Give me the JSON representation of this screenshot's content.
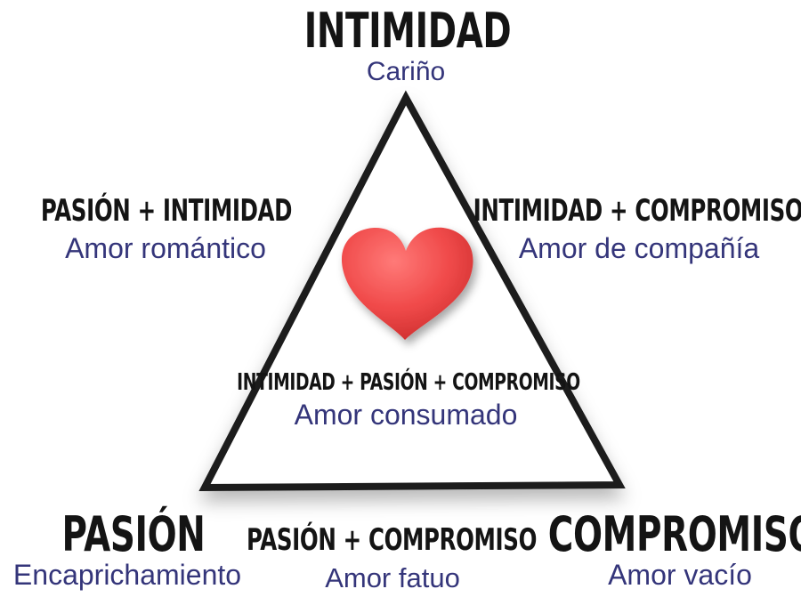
{
  "vertices": {
    "top": {
      "title": "INTIMIDAD",
      "subtitle": "Cariño"
    },
    "bottom_left": {
      "title": "PASIÓN",
      "subtitle": "Encaprichamiento"
    },
    "bottom_right": {
      "title": "COMPROMISO",
      "subtitle": "Amor vacío"
    }
  },
  "edges": {
    "left": {
      "title": "PASIÓN + INTIMIDAD",
      "subtitle": "Amor romántico"
    },
    "right": {
      "title": "INTIMIDAD + COMPROMISO",
      "subtitle": "Amor de compañía"
    },
    "bottom": {
      "title": "PASIÓN + COMPROMISO",
      "subtitle": "Amor fatuo"
    }
  },
  "center": {
    "title": "INTIMIDAD + PASIÓN + COMPROMISO",
    "subtitle": "Amor consumado"
  },
  "icon": "heart-icon",
  "colors": {
    "heart": "#f04a4a",
    "subtitle_text": "#34357a",
    "title_text": "#141414",
    "triangle_stroke": "#1a1a1a"
  }
}
